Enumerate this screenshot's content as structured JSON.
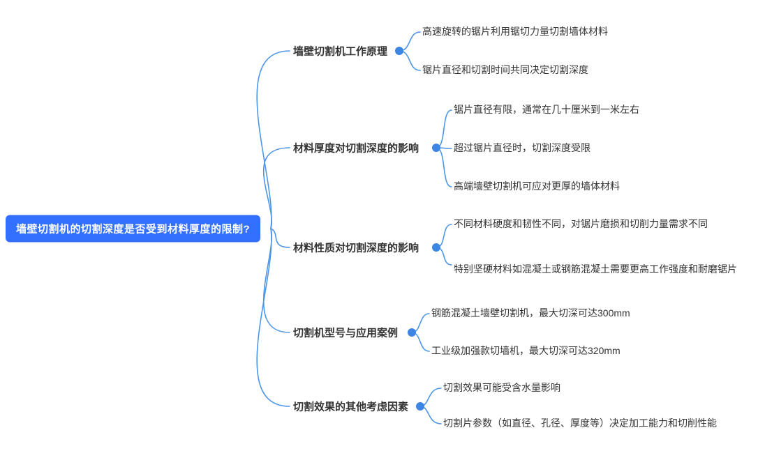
{
  "colors": {
    "root_bg": "#3370ff",
    "line": "#4d96e8",
    "dot": "#3d85e5",
    "text": "#333333"
  },
  "root": {
    "label": "墙壁切割机的切割深度是否受到材料厚度的限制?"
  },
  "branches": [
    {
      "label": "墙壁切割机工作原理",
      "children": [
        "高速旋转的锯片利用锯切力量切割墙体材料",
        "锯片直径和切割时间共同决定切割深度"
      ]
    },
    {
      "label": "材料厚度对切割深度的影响",
      "children": [
        "锯片直径有限，通常在几十厘米到一米左右",
        "超过锯片直径时，切割深度受限",
        "高端墙壁切割机可应对更厚的墙体材料"
      ]
    },
    {
      "label": "材料性质对切割深度的影响",
      "children": [
        "不同材料硬度和韧性不同，对锯片磨损和切削力量需求不同",
        "特别坚硬材料如混凝土或钢筋混凝土需要更高工作强度和耐磨锯片"
      ]
    },
    {
      "label": "切割机型号与应用案例",
      "children": [
        "钢筋混凝土墙壁切割机，最大切深可达300mm",
        "工业级加强款切墙机，最大切深可达320mm"
      ]
    },
    {
      "label": "切割效果的其他考虑因素",
      "children": [
        "切割效果可能受含水量影响",
        "切割片参数（如直径、孔径、厚度等）决定加工能力和切削性能"
      ]
    }
  ]
}
